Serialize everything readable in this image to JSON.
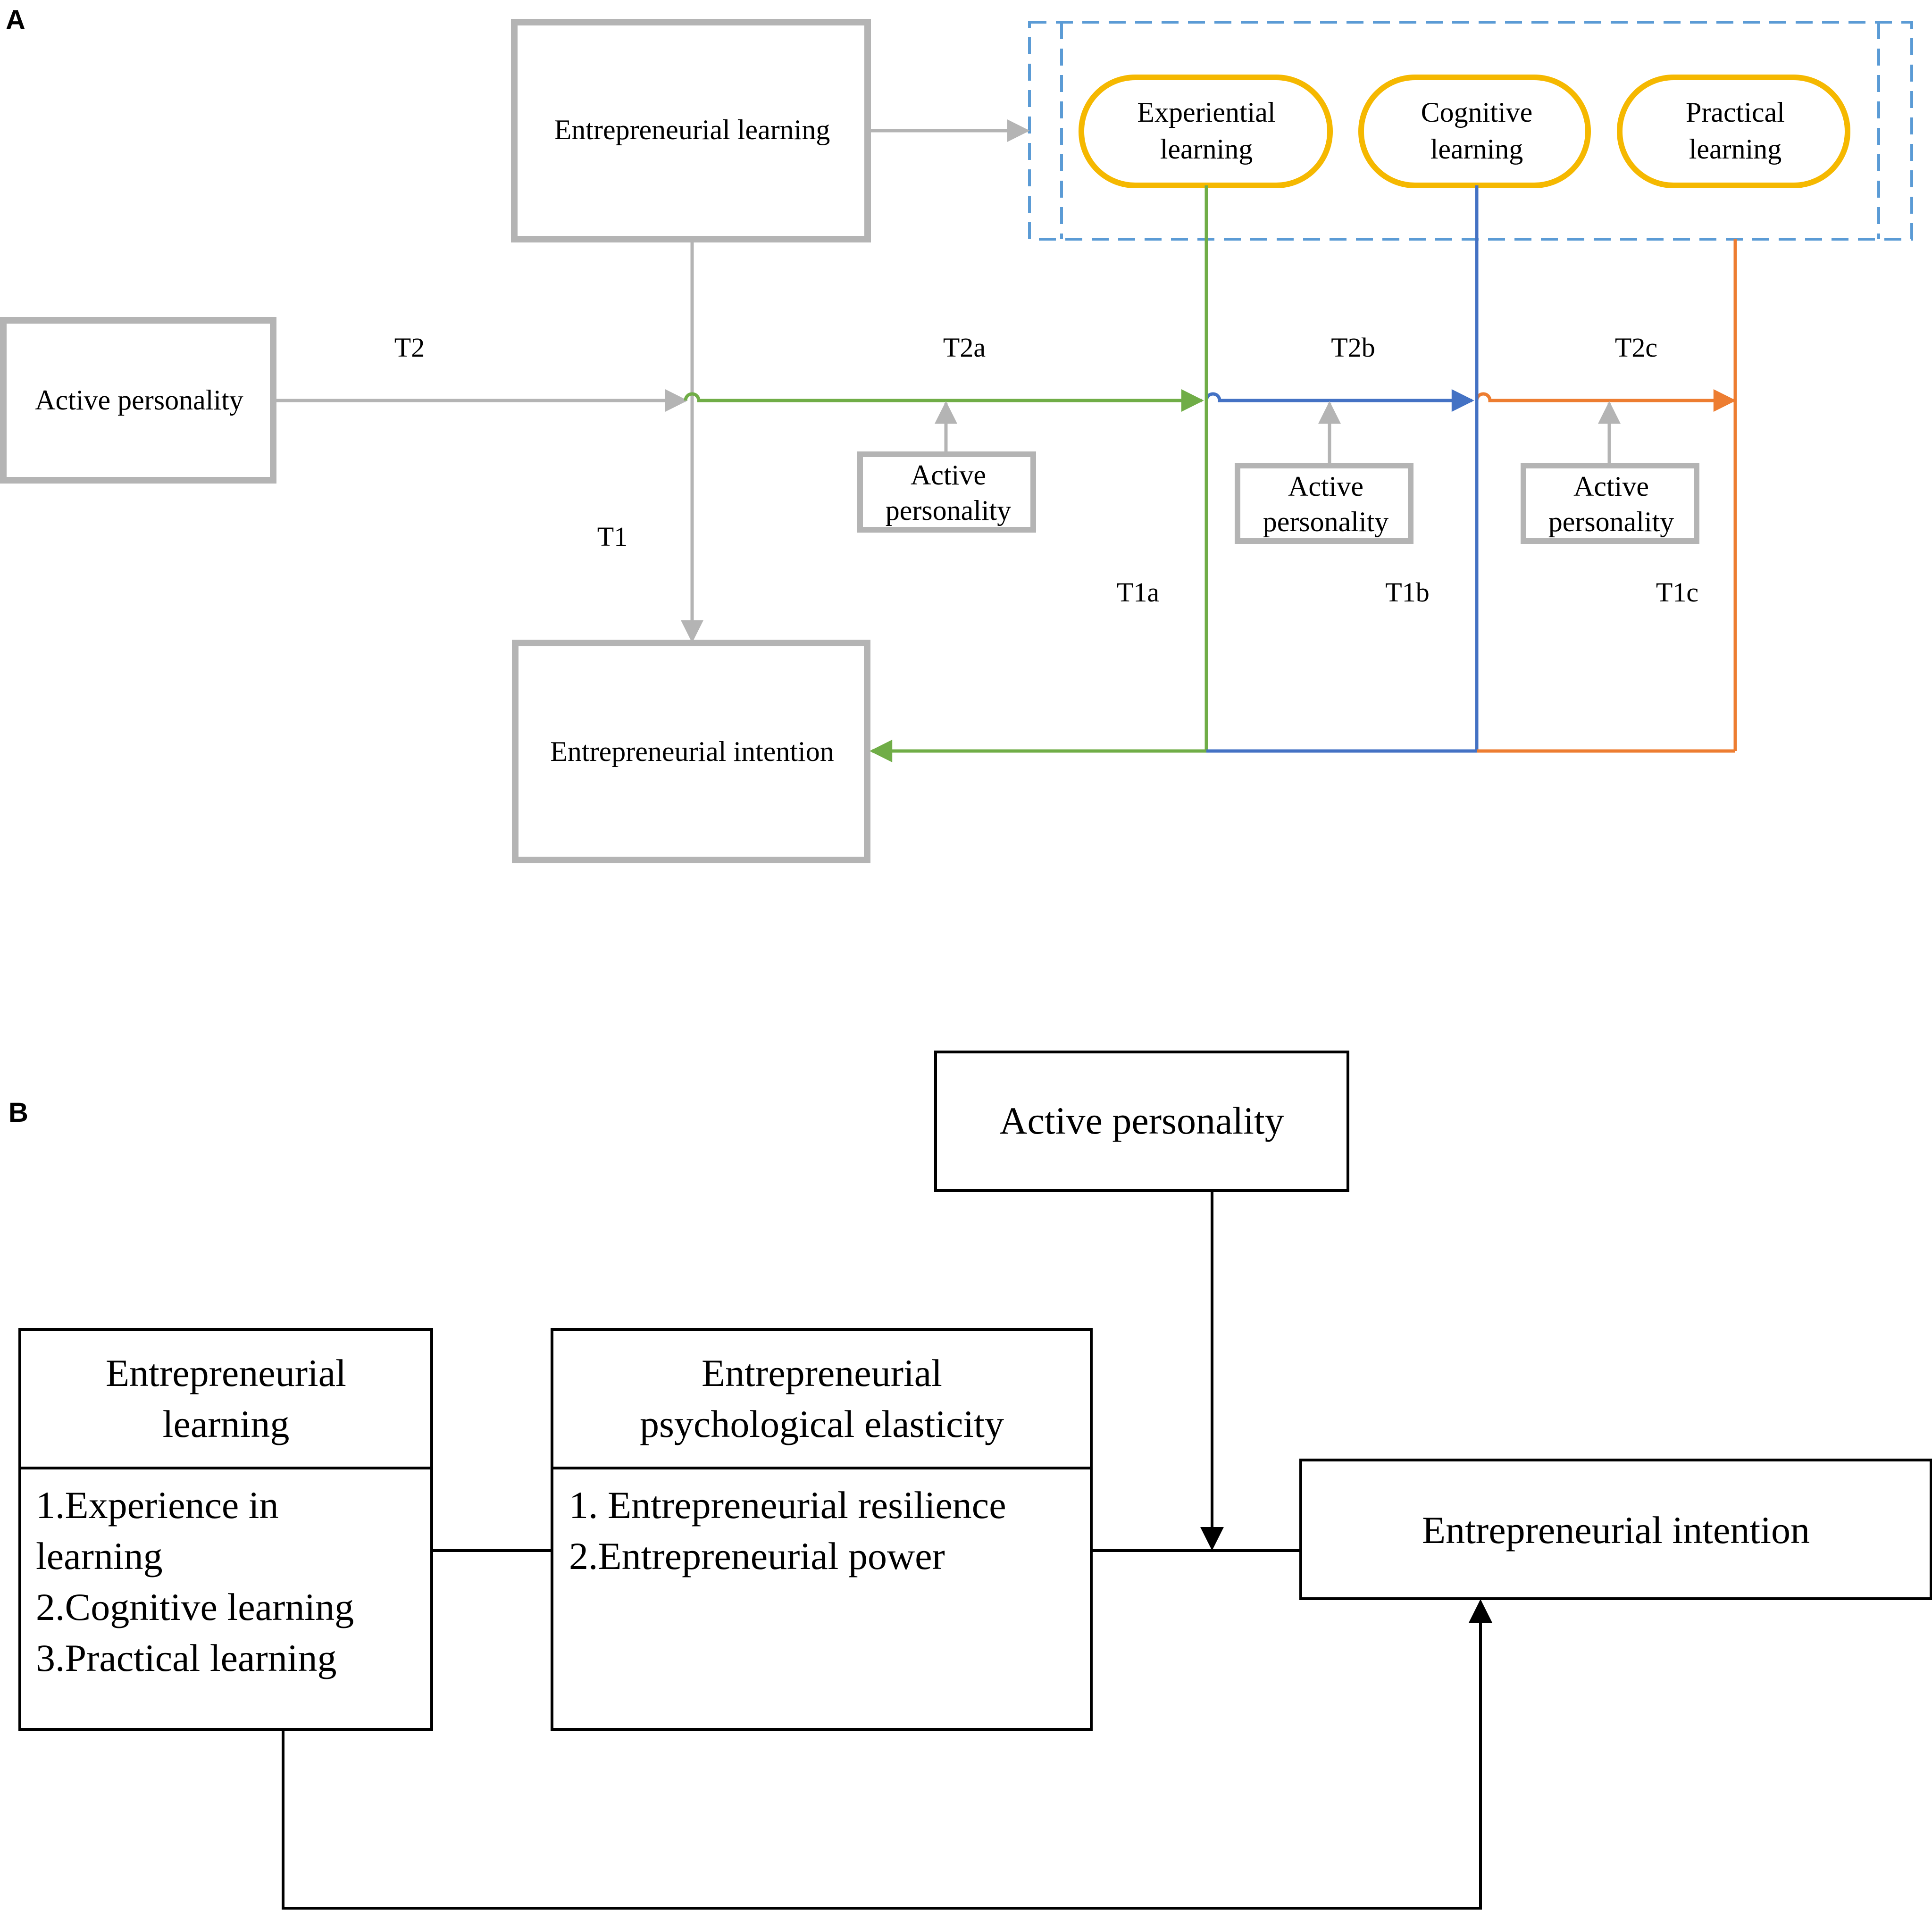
{
  "panel_a": {
    "label": "A",
    "entrepreneurial_learning": "Entrepreneurial learning",
    "active_personality": "Active personality",
    "entrepreneurial_intention": "Entrepreneurial intention",
    "learning_types": {
      "experiential": [
        "Experiential",
        "learning"
      ],
      "cognitive": [
        "Cognitive",
        "learning"
      ],
      "practical": [
        "Practical",
        "learning"
      ]
    },
    "moderator_lines": [
      "Active",
      "personality"
    ],
    "path_tags": {
      "t2": "T2",
      "t1": "T1",
      "t2a": "T2a",
      "t2b": "T2b",
      "t2c": "T2c",
      "t1a": "T1a",
      "t1b": "T1b",
      "t1c": "T1c"
    },
    "colors": {
      "gray": "#b4b4b4",
      "green": "#70ad47",
      "blue": "#4472c4",
      "orange": "#ed7d31",
      "yellow": "#f5b800",
      "dashed": "#5b9bd5"
    }
  },
  "panel_b": {
    "label": "B",
    "active_personality": "Active personality",
    "learning_box": {
      "title": [
        "Entrepreneurial",
        "learning"
      ],
      "items": [
        "1.Experience in",
        "learning",
        "2.Cognitive learning",
        "3.Practical learning"
      ]
    },
    "elasticity_box": {
      "title": [
        "Entrepreneurial",
        "psychological elasticity"
      ],
      "items": [
        "1. Entrepreneurial resilience",
        "2.Entrepreneurial power"
      ]
    },
    "entrepreneurial_intention": "Entrepreneurial intention"
  }
}
